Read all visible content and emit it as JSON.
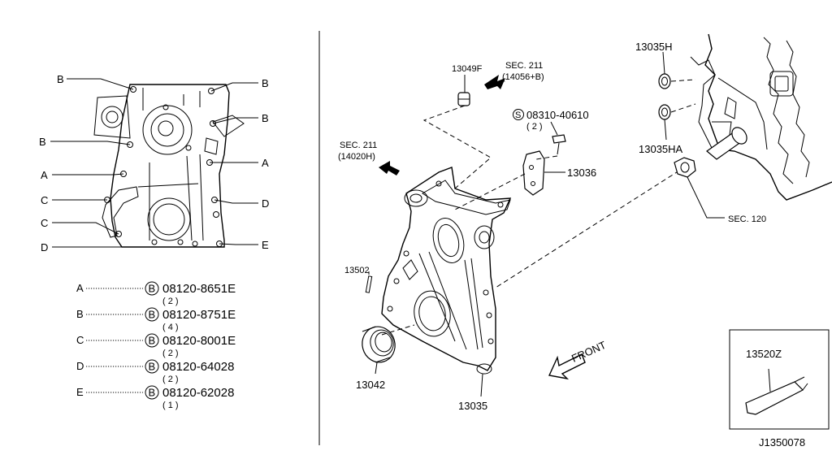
{
  "letters": {
    "a": "A",
    "b": "B",
    "c": "C",
    "d": "D",
    "e": "E"
  },
  "legend": [
    {
      "letter": "A",
      "part": "08120-8651E",
      "qty": "( 2 )"
    },
    {
      "letter": "B",
      "part": "08120-8751E",
      "qty": "( 4 )"
    },
    {
      "letter": "C",
      "part": "08120-8001E",
      "qty": "( 2 )"
    },
    {
      "letter": "D",
      "part": "08120-64028",
      "qty": "( 2 )"
    },
    {
      "letter": "E",
      "part": "08120-62028",
      "qty": "( 1 )"
    }
  ],
  "bolt_symbol": "B",
  "screw_symbol": "S",
  "labels": {
    "p13049F": "13049F",
    "sec211a_l1": "SEC. 211",
    "sec211a_l2": "(14056+B)",
    "screw_part": "08310-40610",
    "screw_qty": "( 2 )",
    "p13036": "13036",
    "sec211b_l1": "SEC. 211",
    "sec211b_l2": "(14020H)",
    "p13502": "13502",
    "p13042": "13042",
    "p13035": "13035",
    "front": "FRONT",
    "p13035H": "13035H",
    "p13035HA": "13035HA",
    "sec120": "SEC. 120",
    "p13520Z": "13520Z",
    "diagram_id": "J1350078"
  }
}
